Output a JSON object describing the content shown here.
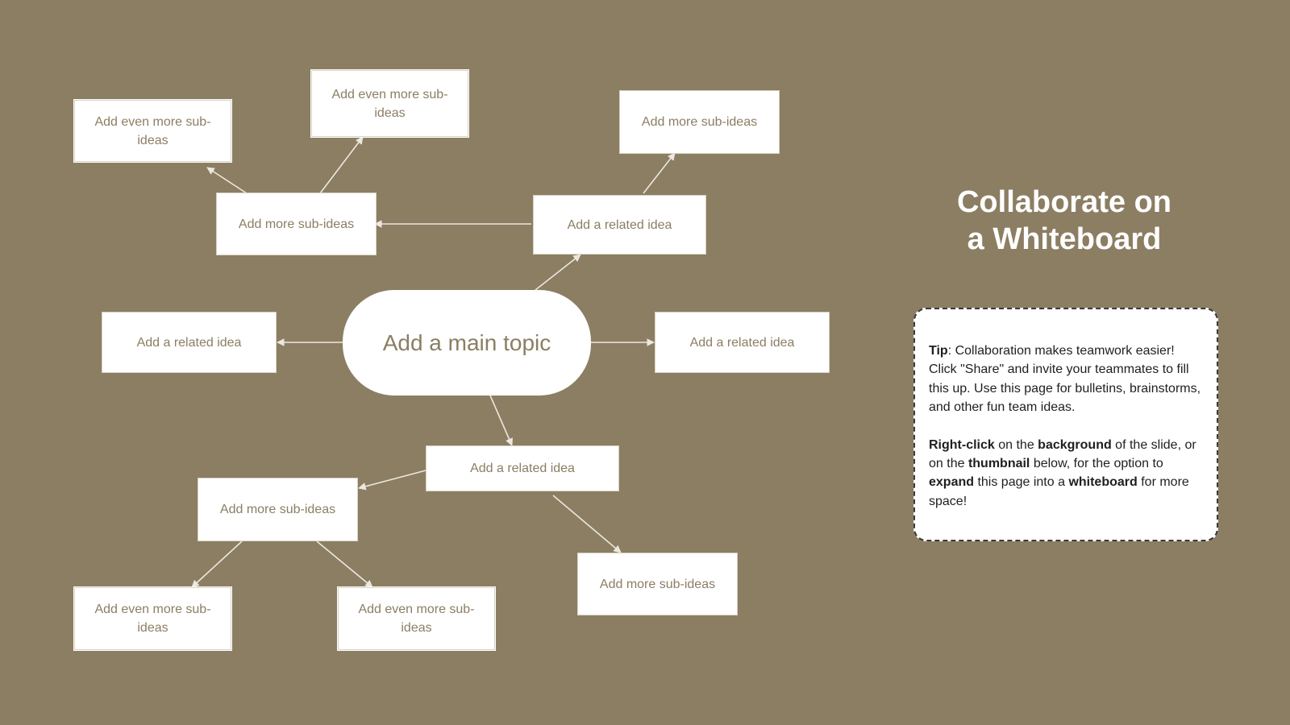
{
  "colors": {
    "background": "#8b7e63",
    "node_fill": "#ffffff",
    "node_text": "#8b7e63",
    "connector": "#ece8df",
    "tip_border": "#3a3a3a",
    "tip_text": "#1f1f1f"
  },
  "diagram": {
    "main_topic": "Add a main topic",
    "related_ideas": {
      "upper_right": "Add a related idea",
      "left": "Add a related idea",
      "right": "Add a related idea",
      "lower": "Add a related idea"
    },
    "sub_ideas": {
      "upper_left": "Add more sub-ideas",
      "upper_right": "Add more sub-ideas",
      "lower_left": "Add more sub-ideas",
      "lower_right": "Add more sub-ideas"
    },
    "even_more_sub_ideas": {
      "top_left_a": "Add even more sub-ideas",
      "top_left_b": "Add even more sub-ideas",
      "bottom_left_a": "Add even more sub-ideas",
      "bottom_left_b": "Add even more sub-ideas"
    }
  },
  "panel": {
    "title_line1": "Collaborate on",
    "title_line2": "a Whiteboard",
    "tip": {
      "p1_bold": "Tip",
      "p1_text": ": Collaboration makes teamwork easier! Click \"Share\" and invite your teammates to fill this up. Use this page for bulletins, brainstorms, and other fun team ideas.",
      "p2_bold1": "Right-click",
      "p2_text1": " on the ",
      "p2_bold2": "background",
      "p2_text2": " of the slide, or on the ",
      "p2_bold3": "thumbnail",
      "p2_text3": " below, for the option to ",
      "p2_bold4": "expand",
      "p2_text4": " this page into a ",
      "p2_bold5": "whiteboard",
      "p2_text5": " for more space!"
    }
  }
}
